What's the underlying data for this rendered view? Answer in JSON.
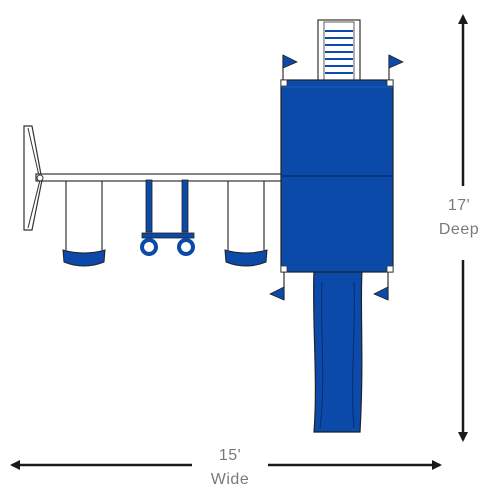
{
  "dimensions": {
    "depth_value": "17'",
    "depth_unit": "Deep",
    "width_value": "15'",
    "width_unit": "Wide"
  },
  "colors": {
    "canopy_blue": "#0b4aa8",
    "outline": "#333333",
    "frame_white": "#ffffff",
    "arrow_black": "#1a1a1a",
    "label_gray": "#7a7a7a"
  },
  "components": {
    "swings": [
      "belt-swing",
      "trapeze-bar",
      "belt-swing"
    ],
    "flags": 4,
    "ladder_rungs": 7
  }
}
